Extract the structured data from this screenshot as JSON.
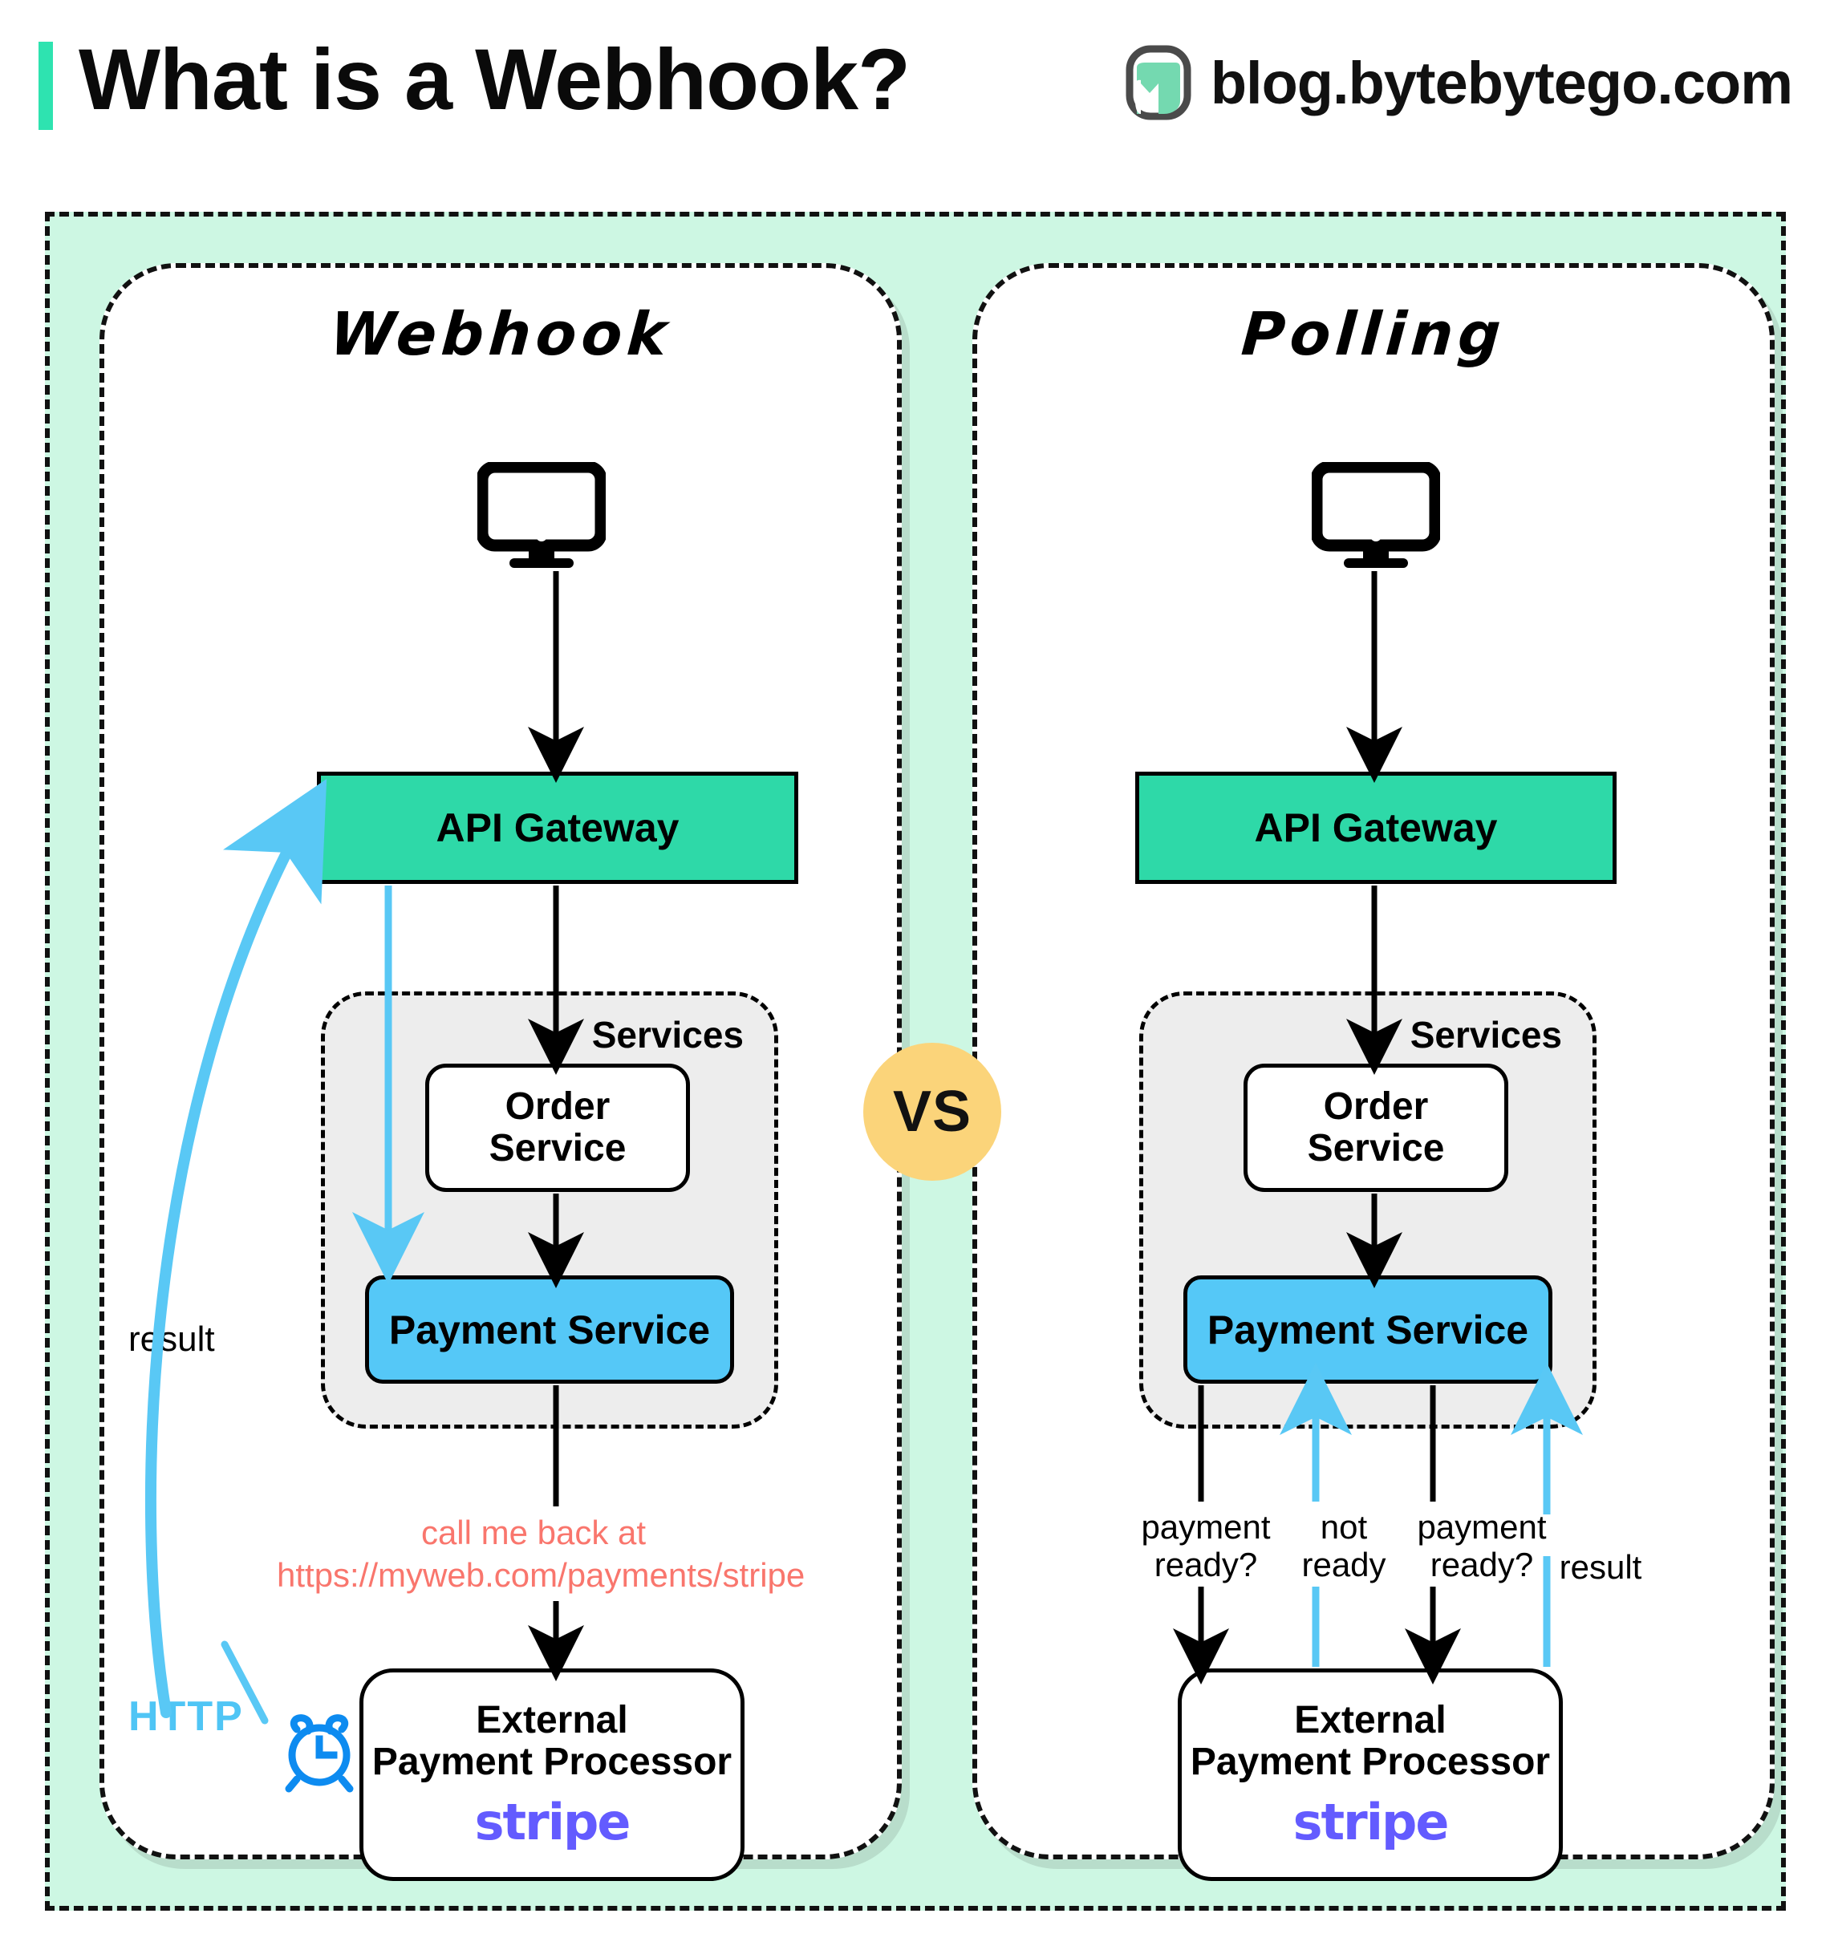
{
  "header": {
    "title": "What is a Webhook?",
    "brand": "blog.bytebytego.com",
    "logo_icon": "bytebytego-logo-icon",
    "accent_color": "#2ee3b0"
  },
  "diagram": {
    "vs_badge": "VS",
    "vs_color": "#fbd47a",
    "background_color": "#cdf7e3",
    "panels": [
      {
        "id": "webhook",
        "title": "Webhook",
        "client_icon": "desktop-monitor-icon",
        "gateway": "API Gateway",
        "gateway_color": "#2ed9a8",
        "services_label": "Services",
        "order_service": "Order\nService",
        "order_service_line1": "Order",
        "order_service_line2": "Service",
        "payment_service": "Payment Service",
        "payment_service_color": "#55c8f7",
        "processor_line1": "External",
        "processor_line2": "Payment Processor",
        "processor_logo": "stripe",
        "processor_logo_color": "#635bff",
        "callback_line1": "call me back at",
        "callback_line2": "https://myweb.com/payments/stripe",
        "callback_color": "#f9766d",
        "result_label": "result",
        "http_label": "HTTP",
        "http_color": "#4fc5f5",
        "clock_icon": "alarm-clock-icon",
        "clock_color": "#0d8bf0"
      },
      {
        "id": "polling",
        "title": "Polling",
        "client_icon": "desktop-monitor-icon",
        "gateway": "API Gateway",
        "gateway_color": "#2ed9a8",
        "services_label": "Services",
        "order_service_line1": "Order",
        "order_service_line2": "Service",
        "payment_service": "Payment Service",
        "payment_service_color": "#55c8f7",
        "processor_line1": "External",
        "processor_line2": "Payment Processor",
        "processor_logo": "stripe",
        "processor_logo_color": "#635bff",
        "poll_labels": [
          {
            "line1": "payment",
            "line2": "ready?",
            "direction": "down",
            "color": "#000000"
          },
          {
            "line1": "not",
            "line2": "ready",
            "direction": "up",
            "color": "#59c8f5"
          },
          {
            "line1": "payment",
            "line2": "ready?",
            "direction": "down",
            "color": "#000000"
          },
          {
            "line1": "result",
            "line2": "",
            "direction": "up",
            "color": "#59c8f5"
          }
        ]
      }
    ]
  }
}
